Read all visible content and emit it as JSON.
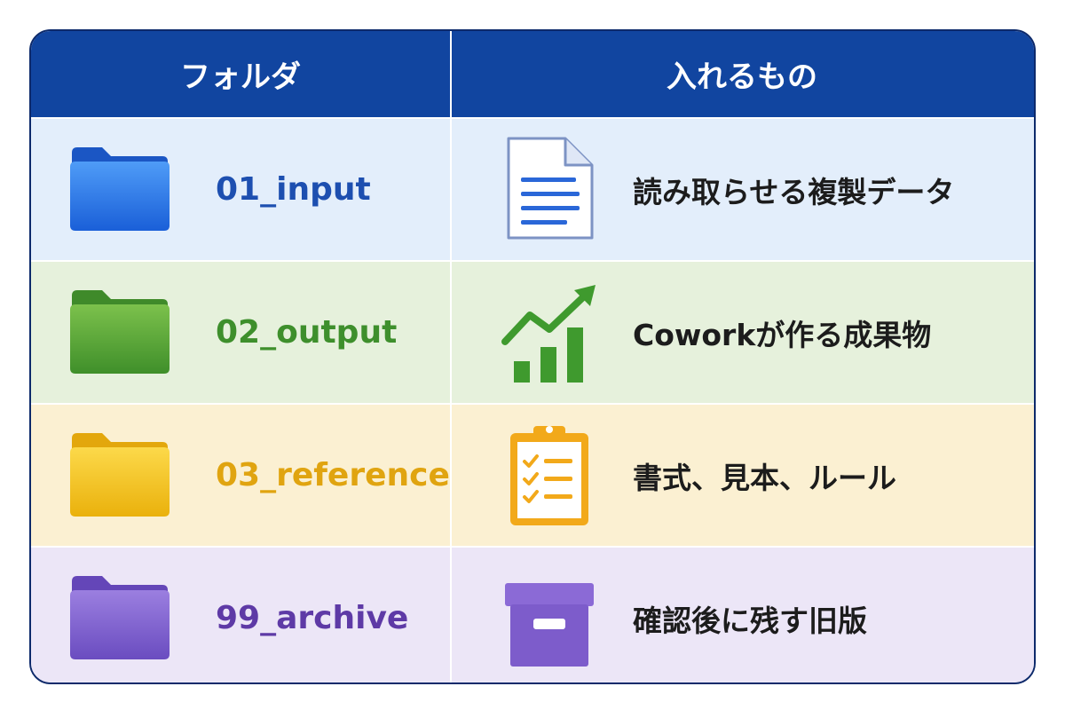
{
  "header": {
    "col1": "フォルダ",
    "col2": "入れるもの"
  },
  "colors": {
    "header_bg": "#1145a0",
    "input": "#1d4fb0",
    "output": "#3e8f2c",
    "reference": "#e0a410",
    "archive": "#5e3aa6"
  },
  "rows": [
    {
      "folder": "01_input",
      "content": "読み取らせる複製データ",
      "folder_icon": "blue-folder-icon",
      "content_icon": "document-icon"
    },
    {
      "folder": "02_output",
      "content": "Coworkが作る成果物",
      "folder_icon": "green-folder-icon",
      "content_icon": "growth-chart-icon"
    },
    {
      "folder": "03_reference",
      "content": "書式、見本、ルール",
      "folder_icon": "yellow-folder-icon",
      "content_icon": "clipboard-checklist-icon"
    },
    {
      "folder": "99_archive",
      "content": "確認後に残す旧版",
      "folder_icon": "purple-folder-icon",
      "content_icon": "archive-box-icon"
    }
  ]
}
